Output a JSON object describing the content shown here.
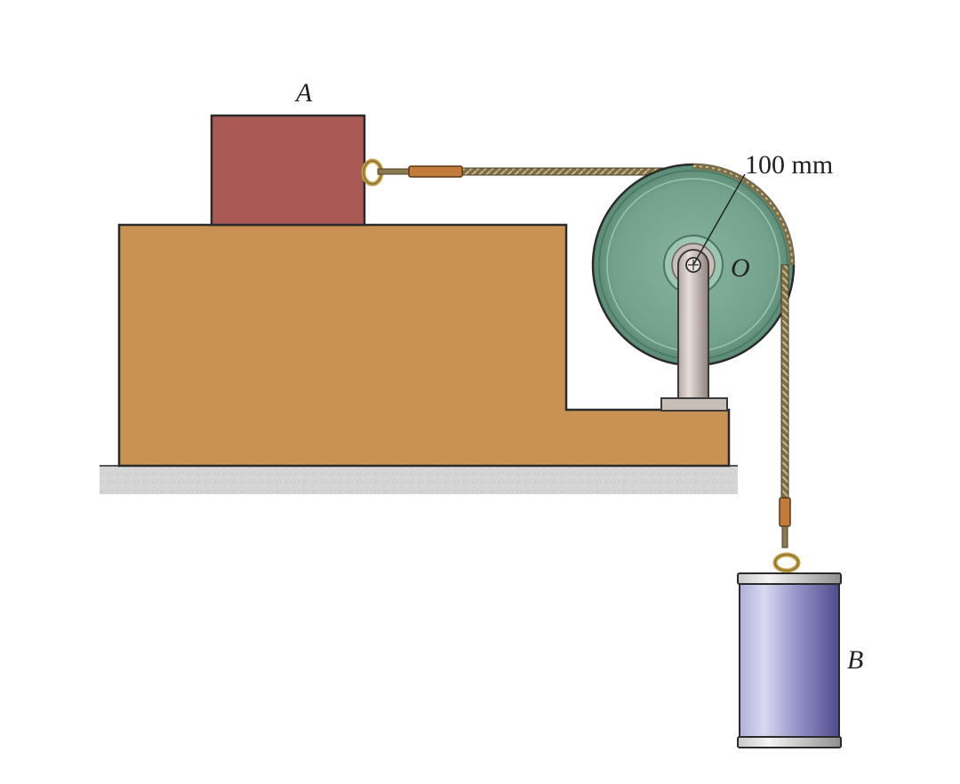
{
  "labels": {
    "block_a": "A",
    "cylinder_b": "B",
    "pulley_center": "O",
    "radius": "100 mm"
  },
  "colors": {
    "block_a": "#a95a55",
    "base": "#c99252",
    "pulley": "#79a892",
    "pulley_rim": "#5d8e78",
    "pedestal": "#c9bdb7",
    "cylinder_b": "#8f8ac4",
    "ground": "#d2d2d2",
    "rope": "#8a7a52",
    "fitting": "#c37b3c"
  }
}
